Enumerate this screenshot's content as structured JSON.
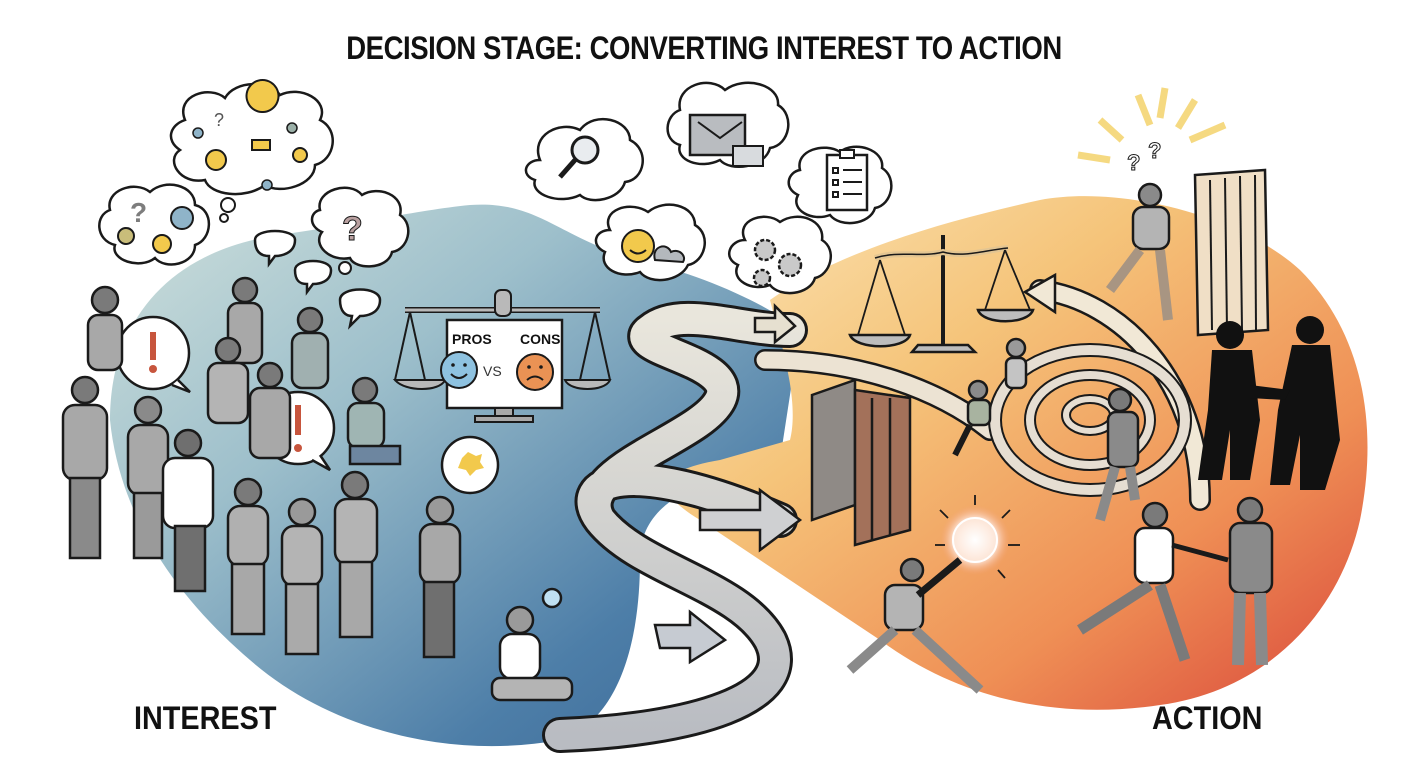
{
  "title": "DECISION STAGE: CONVERTING INTEREST TO ACTION",
  "stages": {
    "start_label": "INTEREST",
    "end_label": "ACTION"
  },
  "pros_cons_board": {
    "left_label": "PROS",
    "versus": "VS",
    "right_label": "CONS"
  },
  "colors": {
    "interest_blue": "#3f6f9e",
    "interest_light": "#b9d3d6",
    "action_yellow": "#f4d79a",
    "action_orange": "#ef9a5a",
    "action_red": "#d9503a",
    "path_gray": "#d4d4d4",
    "figure_gray": "#9a9a9a",
    "bulb_yellow": "#f2c94c",
    "alert_red": "#c7553d"
  },
  "scene_elements": {
    "left": [
      "crowd-of-people",
      "thought-bubbles-lightbulbs",
      "question-marks",
      "exclamation-speech-bubbles",
      "pros-cons-scale",
      "person-sitting-with-lightbulb"
    ],
    "middle": [
      "winding-path-with-arrows",
      "thought-bubble-search",
      "thought-bubble-email",
      "thought-bubble-smiley-cloud",
      "thought-bubble-gears",
      "thought-bubble-checklist"
    ],
    "right": [
      "balance-scale",
      "labyrinth",
      "open-door",
      "person-catching-glowing-orb",
      "handshake-silhouettes",
      "handshake-runner",
      "excited-person-question-marks",
      "tall-gate"
    ]
  }
}
